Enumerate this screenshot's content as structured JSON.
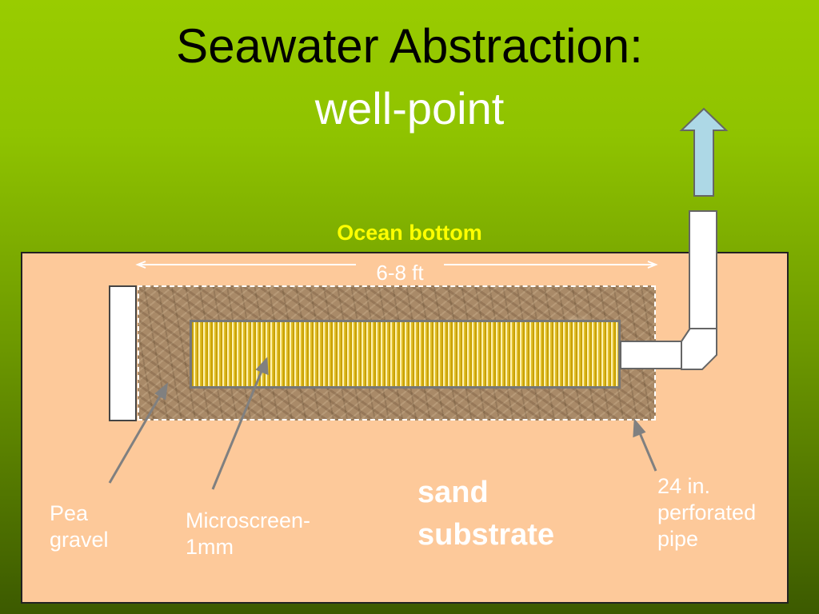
{
  "slide": {
    "title": "Seawater Abstraction:",
    "subtitle": "well-point",
    "ocean_bottom": "Ocean bottom",
    "dimension": "6-8 ft",
    "labels": {
      "pea_gravel": "Pea\ngravel",
      "microscreen": "Microscreen-\n1mm",
      "sand_substrate": "sand\nsubstrate",
      "perforated_pipe": "24 in.\nperforated\npipe"
    }
  },
  "colors": {
    "background_top": "#99cc00",
    "background_bottom": "#3c5a00",
    "sand": "#fdc99a",
    "ocean_bottom_text": "#ffff00",
    "arrow": "#add8e6"
  },
  "icons": {
    "flow_arrow": "up-arrow-icon"
  }
}
